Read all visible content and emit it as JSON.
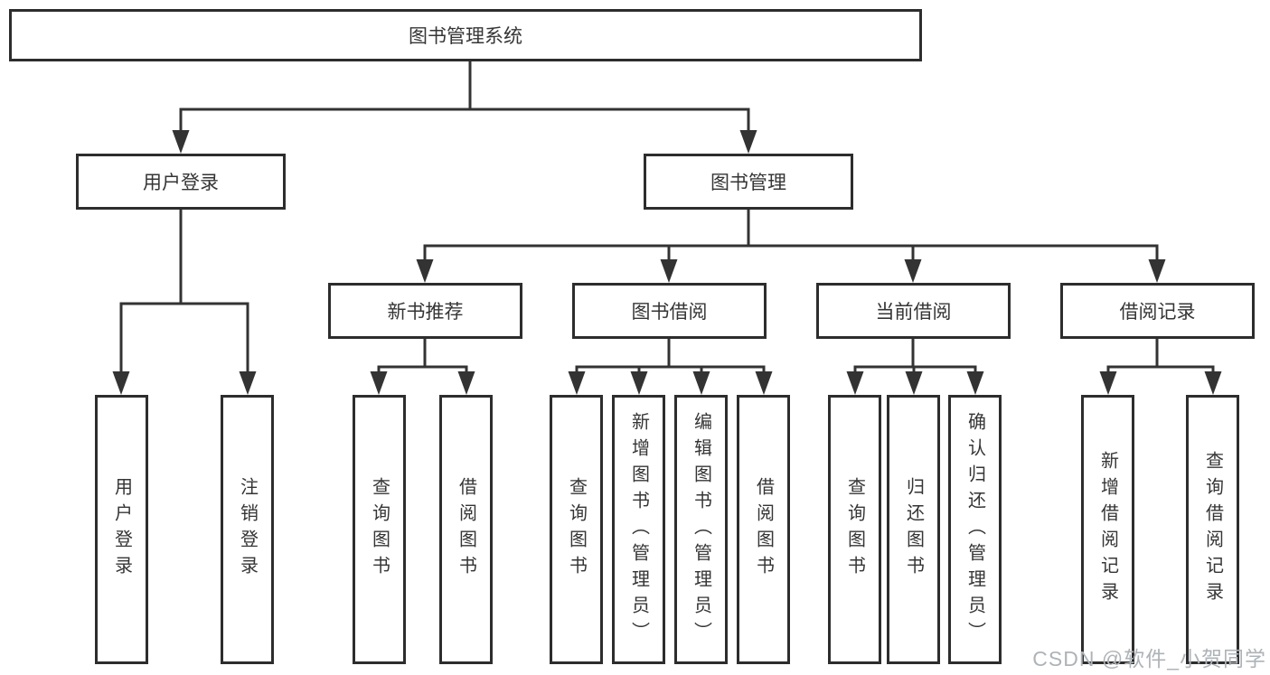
{
  "diagram": {
    "root": {
      "label": "图书管理系统"
    },
    "login": {
      "label": "用户登录",
      "children": [
        {
          "label": "用户登录"
        },
        {
          "label": "注销登录"
        }
      ]
    },
    "manage": {
      "label": "图书管理",
      "groups": [
        {
          "label": "新书推荐",
          "children": [
            {
              "label": "查询图书"
            },
            {
              "label": "借阅图书"
            }
          ]
        },
        {
          "label": "图书借阅",
          "children": [
            {
              "label": "查询图书"
            },
            {
              "label": "新增图书（管理员）"
            },
            {
              "label": "编辑图书（管理员）"
            },
            {
              "label": "借阅图书"
            }
          ]
        },
        {
          "label": "当前借阅",
          "children": [
            {
              "label": "查询图书"
            },
            {
              "label": "归还图书"
            },
            {
              "label": "确认归还（管理员）"
            }
          ]
        },
        {
          "label": "借阅记录",
          "children": [
            {
              "label": "新增借阅记录"
            },
            {
              "label": "查询借阅记录"
            }
          ]
        }
      ]
    },
    "watermark": "CSDN @软件_小贺同学",
    "colors": {
      "line": "#333333",
      "box_border": "#2d2d2d",
      "text": "#353535",
      "watermark": "#aeb3b8",
      "background": "#ffffff"
    }
  }
}
